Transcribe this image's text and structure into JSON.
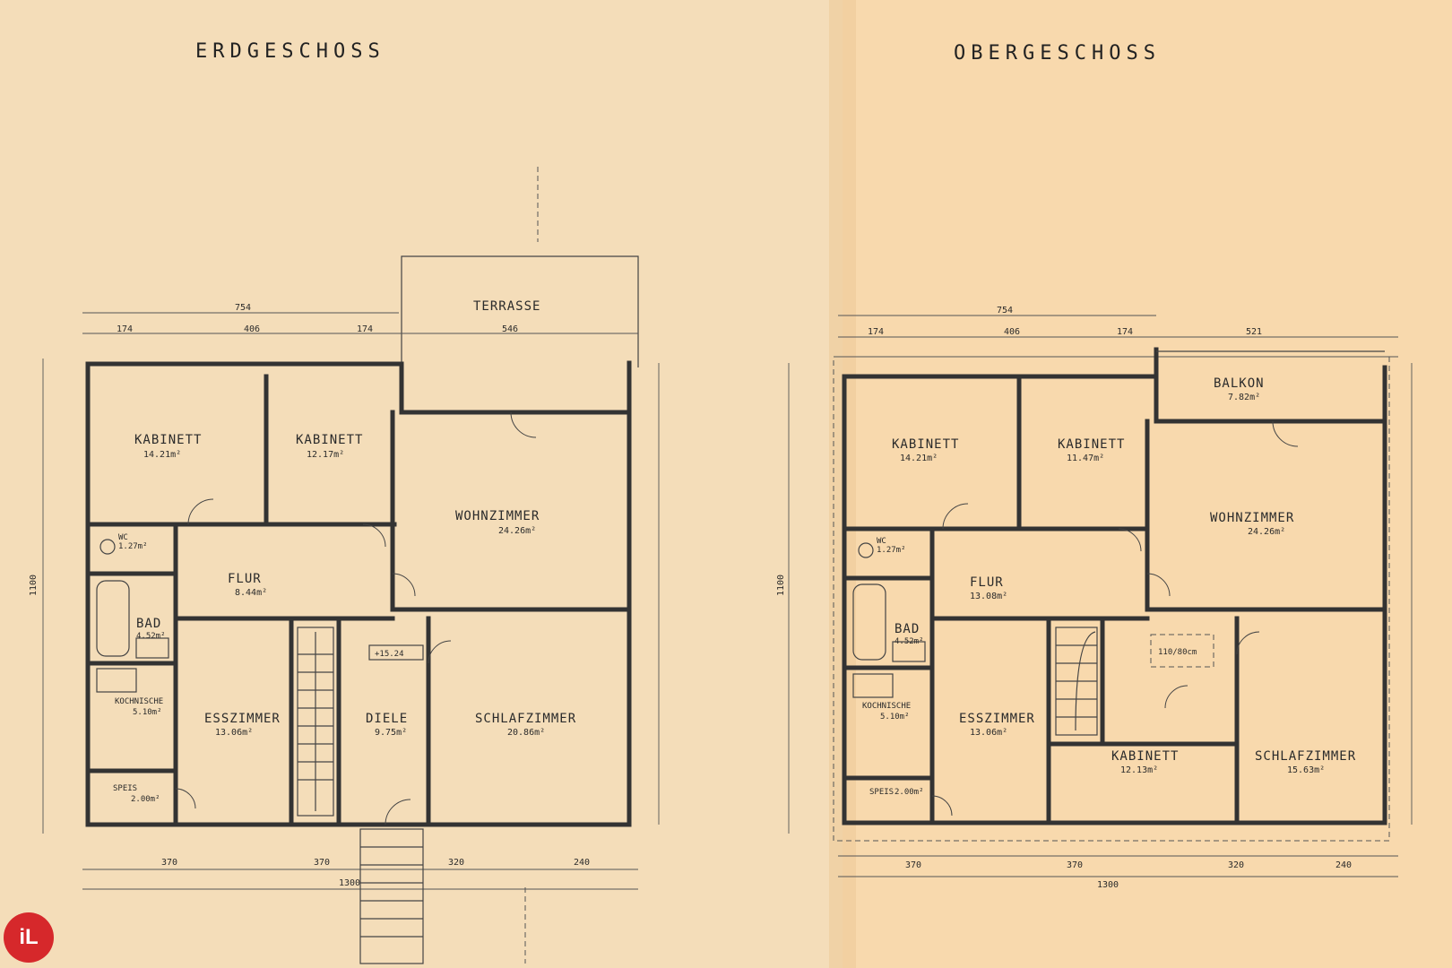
{
  "floors": [
    {
      "title": "ERDGESCHOSS",
      "terrace": "TERRASSE",
      "total_width": "1300",
      "total_depth": "1100",
      "top_dims": [
        "754",
        "174",
        "406",
        "174",
        "546"
      ],
      "bottom_dims": [
        "370",
        "370",
        "320",
        "240"
      ],
      "rooms": [
        {
          "name": "KABINETT",
          "area": "14.21m²"
        },
        {
          "name": "KABINETT",
          "area": "12.17m²"
        },
        {
          "name": "WOHNZIMMER",
          "area": "24.26m²"
        },
        {
          "name": "FLUR",
          "area": "8.44m²"
        },
        {
          "name": "BAD",
          "area": "4.52m²"
        },
        {
          "name": "WC",
          "area": "1.27m²"
        },
        {
          "name": "KOCHNISCHE",
          "area": "5.10m²"
        },
        {
          "name": "ESSZIMMER",
          "area": "13.06m²"
        },
        {
          "name": "DIELE",
          "area": "9.75m²"
        },
        {
          "name": "SCHLAFZIMMER",
          "area": "20.86m²"
        },
        {
          "name": "SPEIS",
          "area": "2.00m²"
        }
      ],
      "level_mark": "+15.24"
    },
    {
      "title": "OBERGESCHOSS",
      "balcony": "BALKON",
      "balcony_area": "7.82m²",
      "total_width": "1300",
      "total_depth": "1100",
      "top_dims": [
        "754",
        "174",
        "406",
        "174",
        "521"
      ],
      "bottom_dims": [
        "370",
        "370",
        "320",
        "240"
      ],
      "rooms": [
        {
          "name": "KABINETT",
          "area": "14.21m²"
        },
        {
          "name": "KABINETT",
          "area": "11.47m²"
        },
        {
          "name": "WOHNZIMMER",
          "area": "24.26m²"
        },
        {
          "name": "FLUR",
          "area": "13.08m²"
        },
        {
          "name": "BAD",
          "area": "4.52m²"
        },
        {
          "name": "WC",
          "area": "1.27m²"
        },
        {
          "name": "KOCHNISCHE",
          "area": "5.10m²"
        },
        {
          "name": "ESSZIMMER",
          "area": "13.06m²"
        },
        {
          "name": "KABINETT",
          "area": "12.13m²"
        },
        {
          "name": "SCHLAFZIMMER",
          "area": "15.63m²"
        },
        {
          "name": "SPEIS",
          "area": "2.00m²"
        }
      ],
      "window_label": "110/80cm"
    }
  ],
  "logo_text": "iL",
  "colors": {
    "paper": "#f6dcb6",
    "ink": "#2b2b2b",
    "logo": "#d6282b"
  }
}
